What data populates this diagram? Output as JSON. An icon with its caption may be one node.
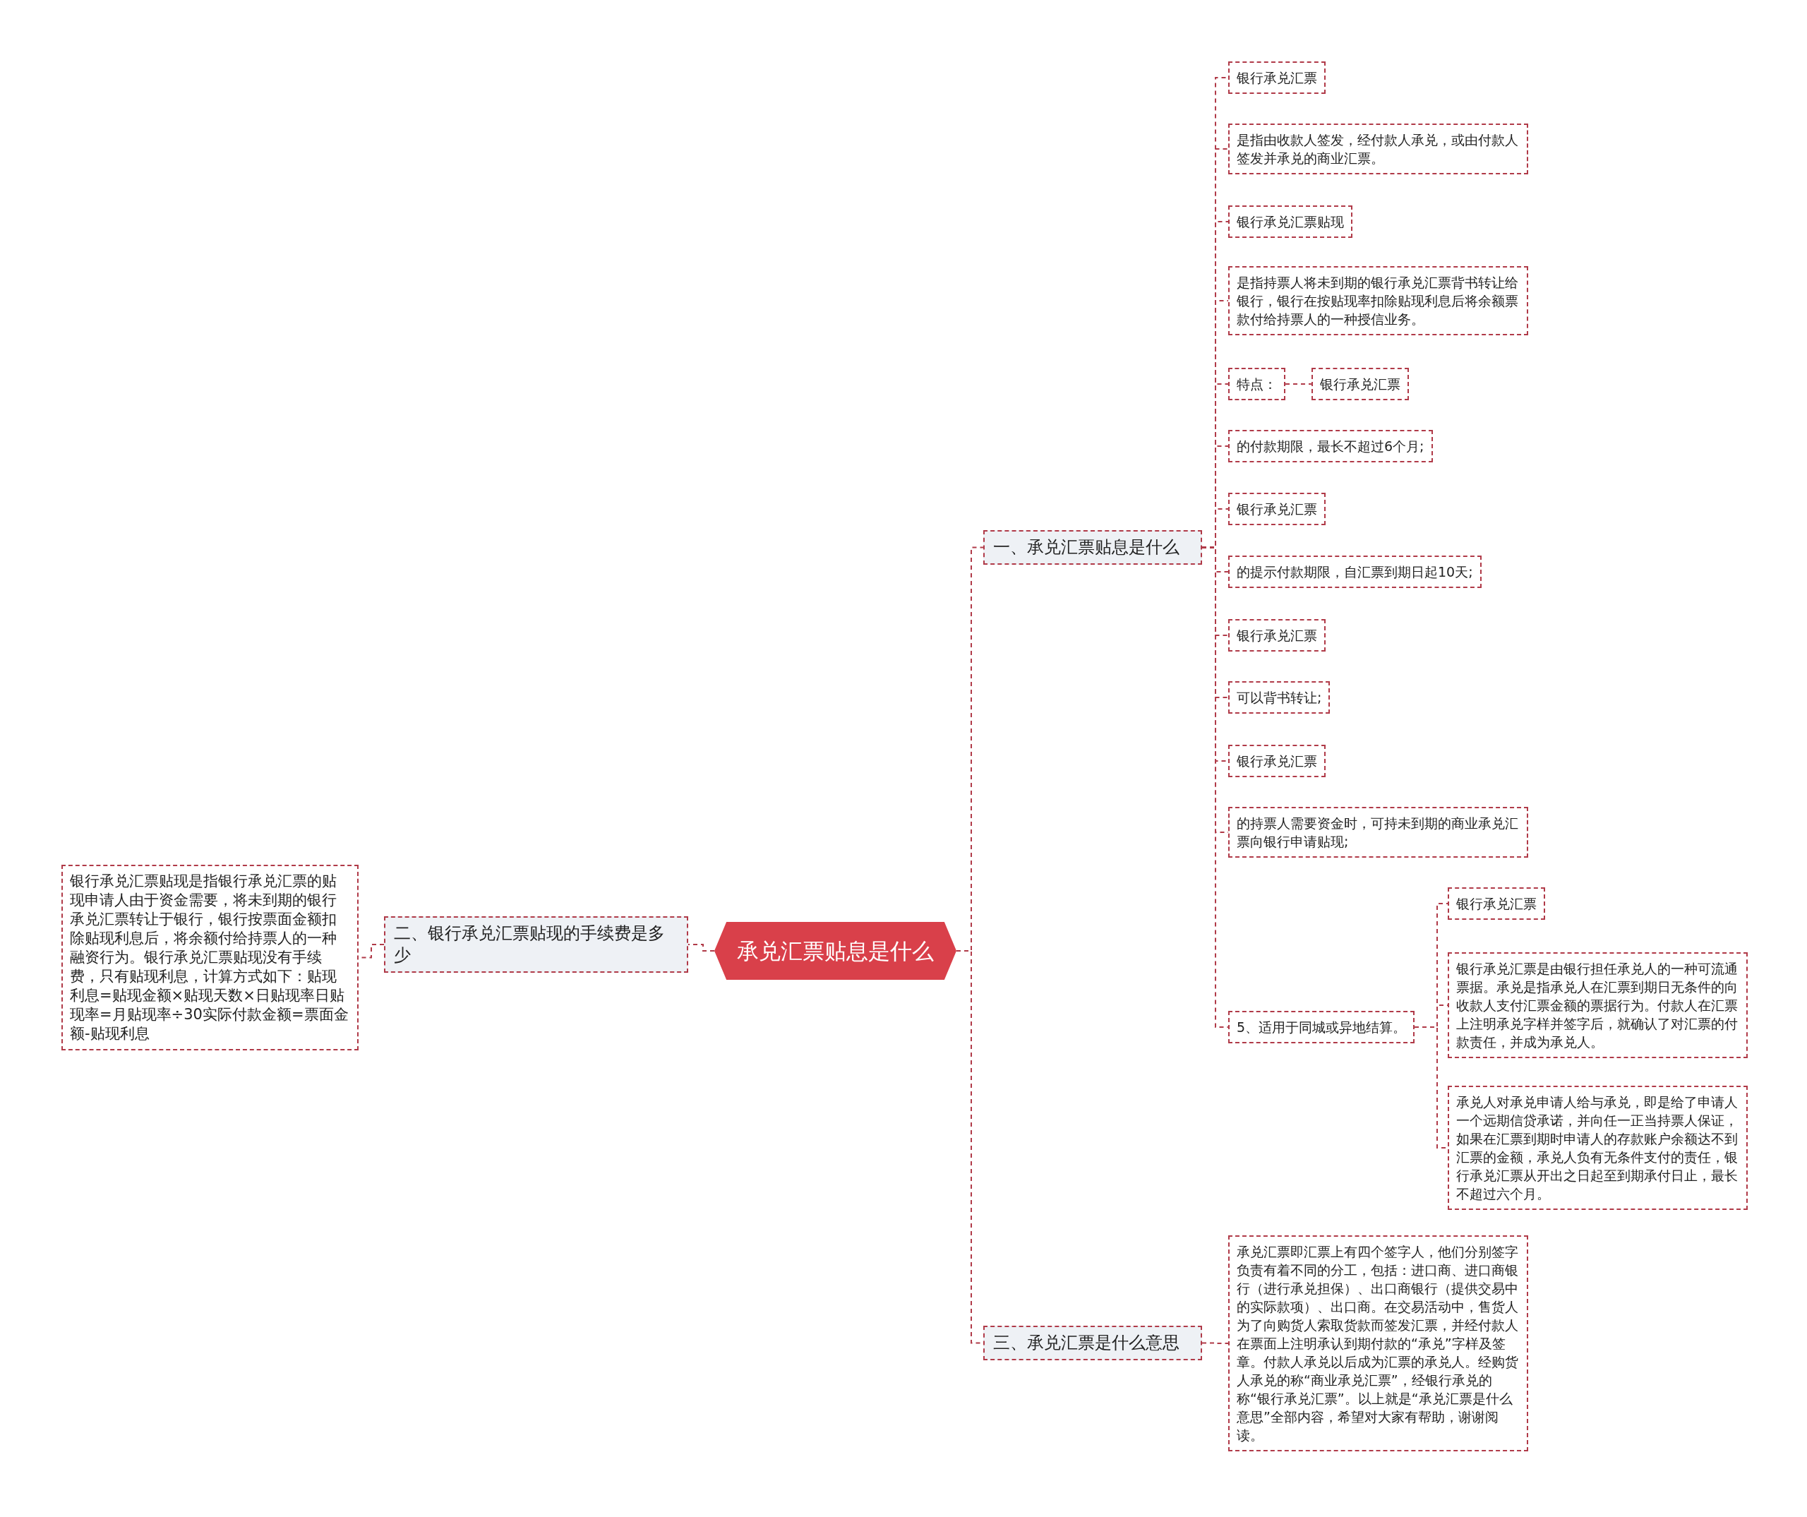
{
  "diagram": {
    "nodes": [
      {
        "text": [
          "承兑汇票贴息是什么"
        ]
      },
      {
        "text": [
          "一、承兑汇票贴息是什么"
        ]
      },
      {
        "text": [
          "二、银行承兑汇票贴现的手续费是多少"
        ]
      },
      {
        "text": [
          "三、承兑汇票是什么意思"
        ]
      },
      {
        "text": [
          "银行承兑汇票"
        ]
      },
      {
        "text": [
          "是指由收款人签发，经付款人承兑，或由付款人签发并承兑的商业汇票。"
        ]
      },
      {
        "text": [
          "银行承兑汇票贴现"
        ]
      },
      {
        "text": [
          "是指持票人将未到期的银行承兑汇票背书转让给银行，银行在按贴现率扣除贴现利息后将余额票款付给持票人的一种授信业务。"
        ]
      },
      {
        "text": [
          "特点："
        ]
      },
      {
        "text": [
          "银行承兑汇票"
        ]
      },
      {
        "text": [
          "的付款期限，最长不超过6个月;"
        ]
      },
      {
        "text": [
          "银行承兑汇票"
        ]
      },
      {
        "text": [
          "的提示付款期限，自汇票到期日起10天;"
        ]
      },
      {
        "text": [
          "银行承兑汇票"
        ]
      },
      {
        "text": [
          "可以背书转让;"
        ]
      },
      {
        "text": [
          "银行承兑汇票"
        ]
      },
      {
        "text": [
          "的持票人需要资金时，可持未到期的商业承兑汇票向银行申请贴现;"
        ]
      },
      {
        "text": [
          "5、适用于同城或异地结算。"
        ]
      },
      {
        "text": [
          "银行承兑汇票"
        ]
      },
      {
        "text": [
          "银行承兑汇票是由银行担任承兑人的一种可流通票据。承兑是指承兑人在汇票到期日无条件的向收款人支付汇票金额的票据行为。付款人在汇票上注明承兑字样并签字后，就确认了对汇票的付款责任，并成为承兑人。"
        ]
      },
      {
        "text": [
          "承兑人对承兑申请人给与承兑，即是给了申请人一个远期信贷承诺，并向任一正当持票人保证，如果在汇票到期时申请人的存款账户余额达不到汇票的金额，承兑人负有无条件支付的责任，银行承兑汇票从开出之日起至到期承付日止，最长不超过六个月。"
        ]
      },
      {
        "text": [
          "银行承兑汇票贴现是指银行承兑汇票的贴现申请人由于资金需要，将未到期的银行承兑汇票转让于银行，银行按票面金额扣除贴现利息后，将余额付给持票人的一种融资行为。银行承兑汇票贴现没有手续费，只有贴现利息，计算方式如下：贴现利息=贴现金额×贴现天数×日贴现率日贴现率=月贴现率÷30实际付款金额=票面金额-贴现利息"
        ]
      },
      {
        "text": [
          "承兑汇票即汇票上有四个签字人，他们分别签字负责有着不同的分工，包括：进口商、进口商银行（进行承兑担保）、出口商银行（提供交易中的实际款项）、出口商。在交易活动中，售货人为了向购货人索取货款而签发汇票，并经付款人在票面上注明承认到期付款的“承兑”字样及签章。付款人承兑以后成为汇票的承兑人。经购货人承兑的称“商业承兑汇票”，经银行承兑的称“银行承兑汇票”。以上就是“承兑汇票是什么意思”全部内容，希望对大家有帮助，谢谢阅读。"
        ]
      }
    ],
    "edges": [
      {
        "from": 0,
        "to": 1,
        "arrow": "none"
      },
      {
        "from": 0,
        "to": 2,
        "arrow": "none"
      },
      {
        "from": 0,
        "to": 3,
        "arrow": "none"
      },
      {
        "from": 1,
        "to": 4,
        "arrow": "none"
      },
      {
        "from": 1,
        "to": 5,
        "arrow": "none"
      },
      {
        "from": 1,
        "to": 6,
        "arrow": "none"
      },
      {
        "from": 1,
        "to": 7,
        "arrow": "none"
      },
      {
        "from": 1,
        "to": 8,
        "arrow": "none"
      },
      {
        "from": 8,
        "to": 9,
        "arrow": "none"
      },
      {
        "from": 1,
        "to": 10,
        "arrow": "none"
      },
      {
        "from": 1,
        "to": 11,
        "arrow": "none"
      },
      {
        "from": 1,
        "to": 12,
        "arrow": "none"
      },
      {
        "from": 1,
        "to": 13,
        "arrow": "none"
      },
      {
        "from": 1,
        "to": 14,
        "arrow": "none"
      },
      {
        "from": 1,
        "to": 15,
        "arrow": "none"
      },
      {
        "from": 1,
        "to": 16,
        "arrow": "none"
      },
      {
        "from": 1,
        "to": 17,
        "arrow": "none"
      },
      {
        "from": 17,
        "to": 18,
        "arrow": "none"
      },
      {
        "from": 17,
        "to": 19,
        "arrow": "none"
      },
      {
        "from": 17,
        "to": 20,
        "arrow": "none"
      },
      {
        "from": 2,
        "to": 21,
        "arrow": "none"
      },
      {
        "from": 3,
        "to": 22,
        "arrow": "none"
      }
    ]
  }
}
